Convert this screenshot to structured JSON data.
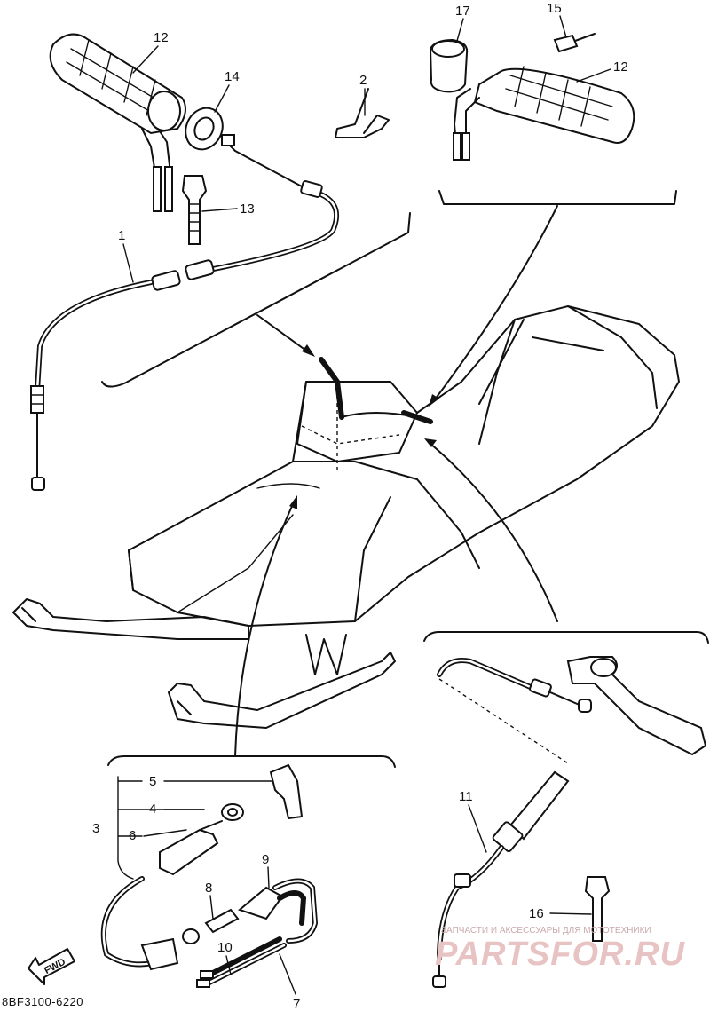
{
  "diagram": {
    "code": "8BF3100-6220",
    "direction_label": "FWD",
    "callouts": [
      "1",
      "2",
      "3",
      "4",
      "5",
      "6",
      "7",
      "8",
      "9",
      "10",
      "11",
      "12",
      "12",
      "13",
      "14",
      "15",
      "16",
      "17"
    ]
  },
  "watermark": {
    "text": "ЗАПЧАСТИ И АКСЕССУАРЫ ДЛЯ МОТОТЕХНИКИ",
    "logo": "PARTSFOR.RU"
  },
  "colors": {
    "line": "#111111",
    "background": "#ffffff",
    "watermark": "#e8c3c3"
  }
}
